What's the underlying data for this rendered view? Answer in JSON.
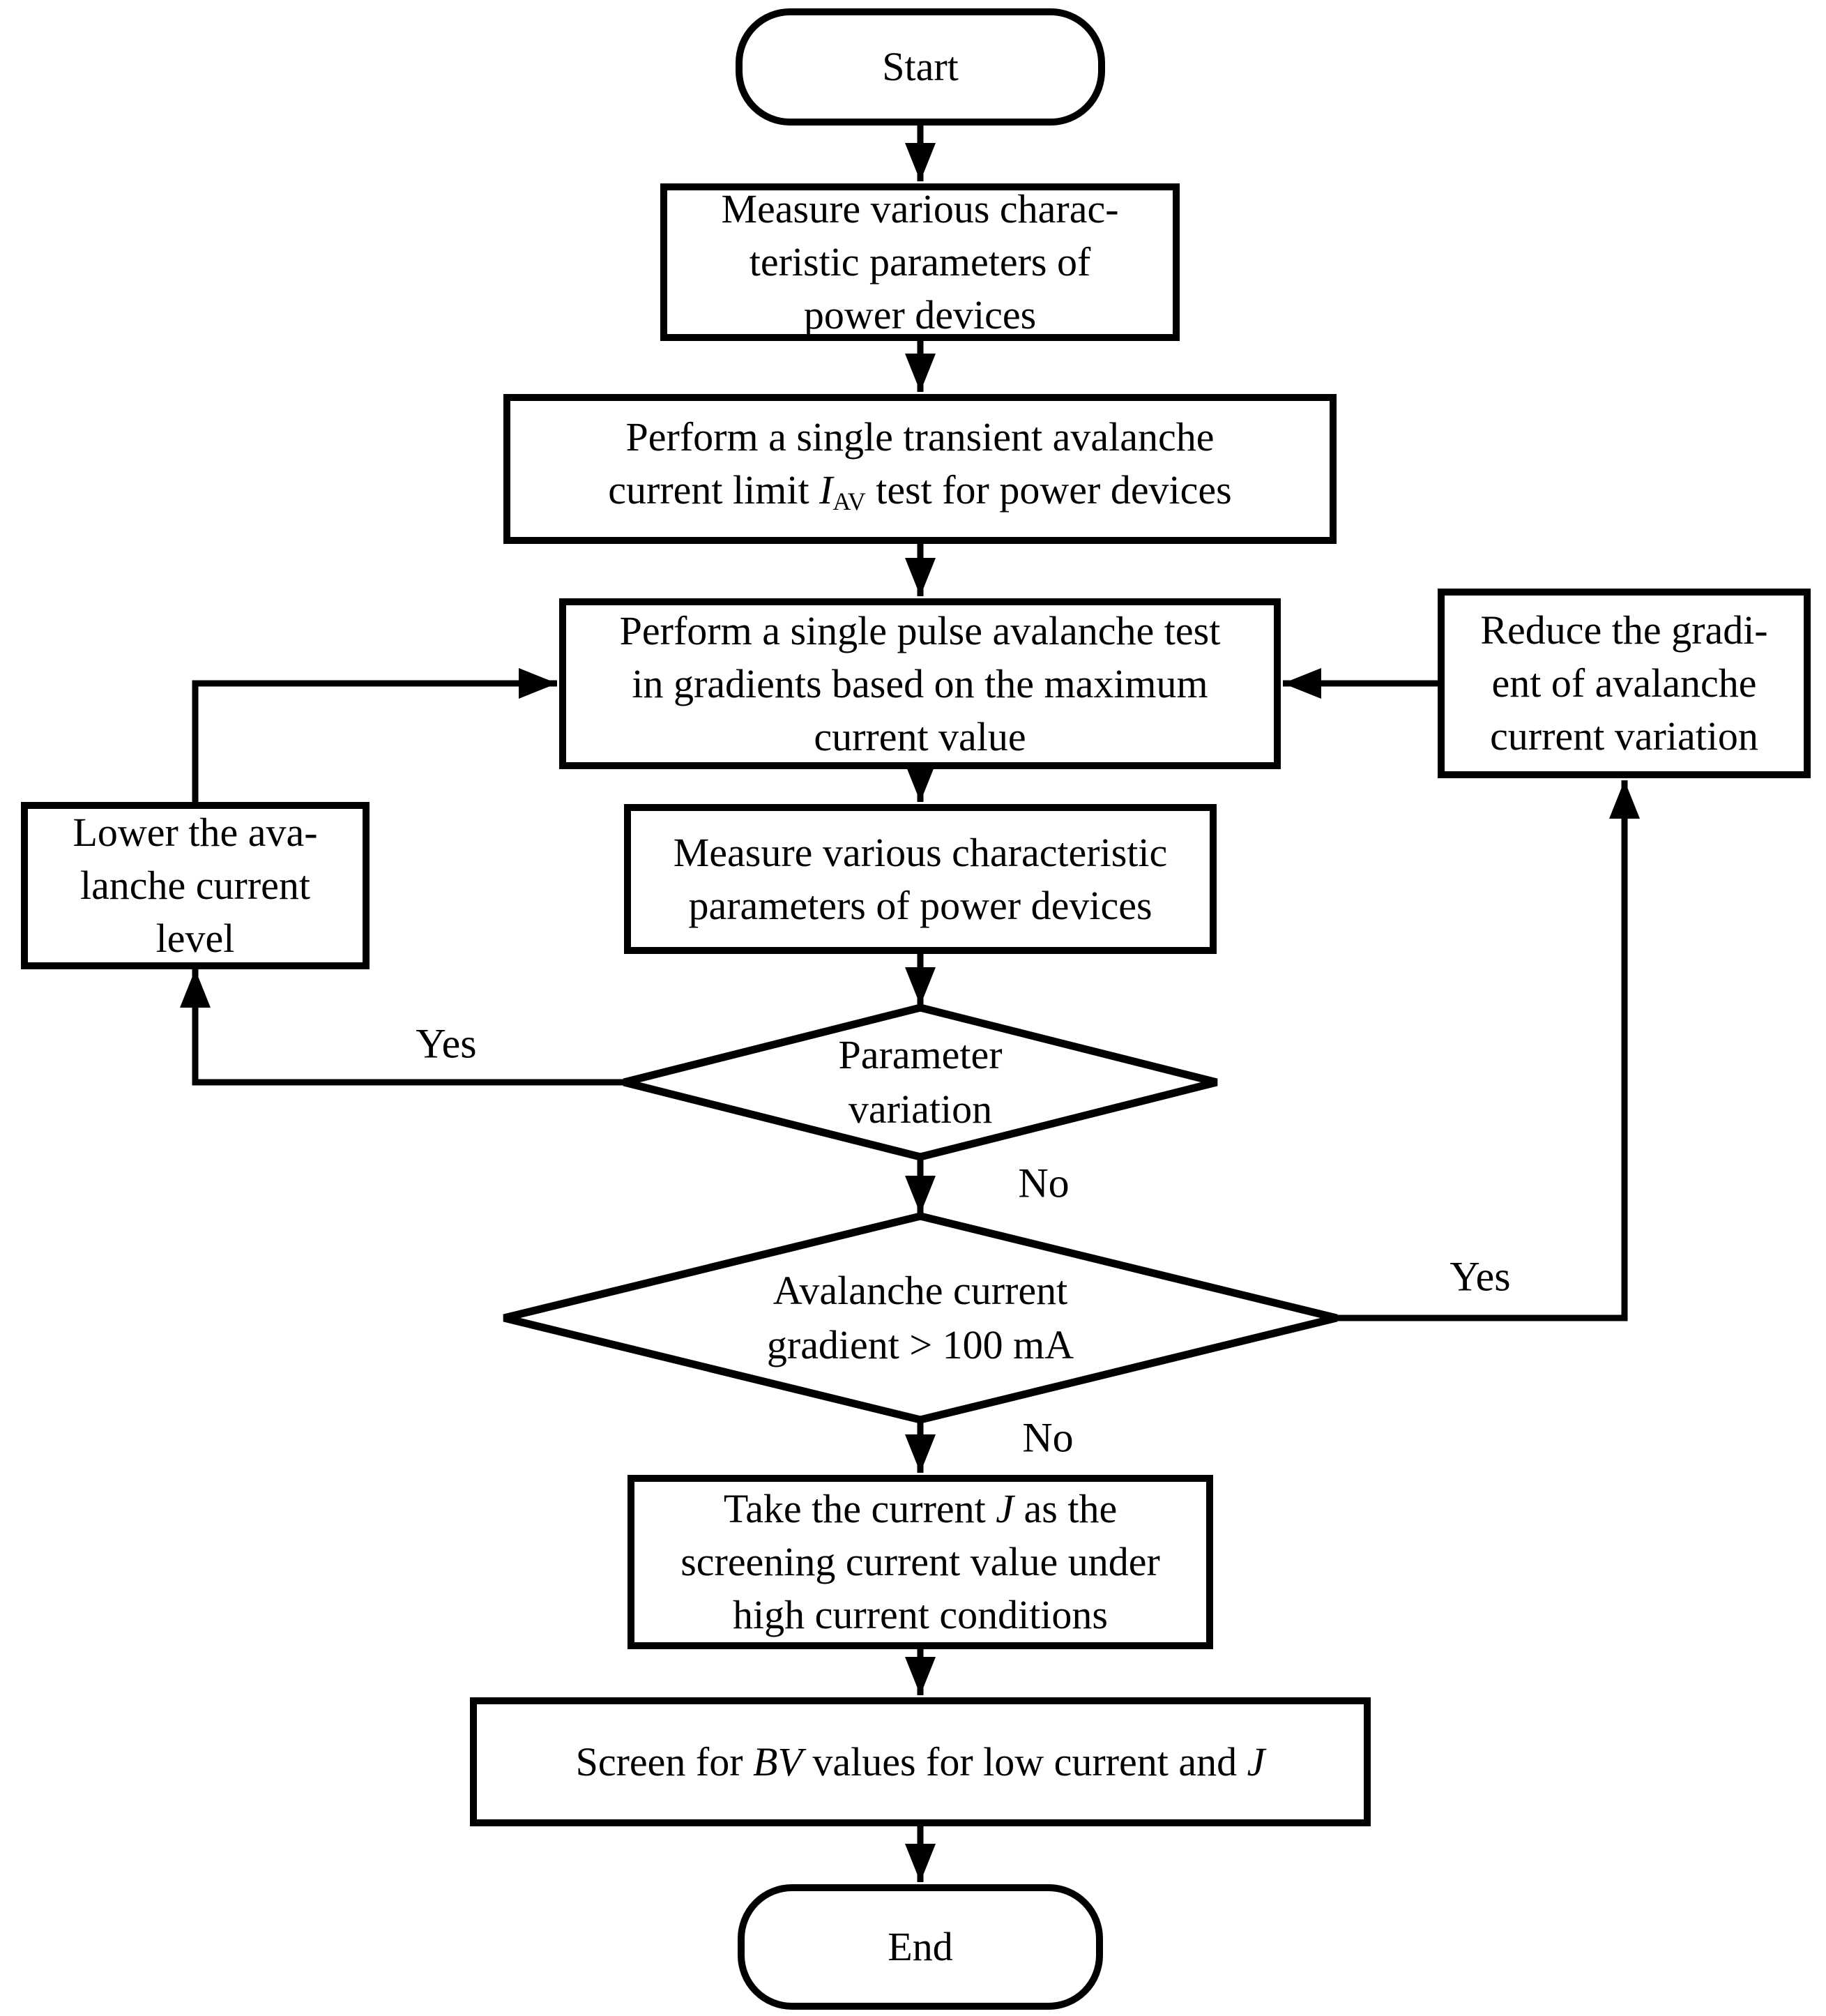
{
  "flowchart": {
    "colors": {
      "stroke": "#000000",
      "background": "#ffffff"
    },
    "terminals": {
      "start": "Start",
      "end": "End"
    },
    "boxes": {
      "measure_initial": {
        "lines": [
          [
            "Measure various charac-"
          ],
          [
            "teristic parameters of"
          ],
          [
            "power devices"
          ]
        ]
      },
      "single_transient": {
        "lines": [
          [
            "Perform a single transient avalanche"
          ],
          [
            "current limit ",
            {
              "t": "I",
              "i": true
            },
            {
              "t": "AV",
              "sub": true
            },
            " test for power devices"
          ]
        ]
      },
      "single_pulse": {
        "lines": [
          [
            "Perform a single pulse avalanche test"
          ],
          [
            "in gradients based on the maximum"
          ],
          [
            "current value"
          ]
        ]
      },
      "reduce_gradient": {
        "lines": [
          [
            "Reduce the gradi-"
          ],
          [
            "ent of avalanche"
          ],
          [
            "current variation"
          ]
        ]
      },
      "measure_again": {
        "lines": [
          [
            "Measure various characteristic"
          ],
          [
            "parameters of power devices"
          ]
        ]
      },
      "lower_level": {
        "lines": [
          [
            "Lower the ava-"
          ],
          [
            "lanche current"
          ],
          [
            "level"
          ]
        ]
      },
      "take_current": {
        "lines": [
          [
            "Take the current ",
            {
              "t": "J",
              "i": true
            },
            " as the"
          ],
          [
            "screening current value under"
          ],
          [
            "high current conditions"
          ]
        ]
      },
      "screen_bv": {
        "lines": [
          [
            "Screen for ",
            {
              "t": "BV",
              "i": true
            },
            " values for low current and ",
            {
              "t": "J",
              "i": true
            }
          ]
        ]
      }
    },
    "decisions": {
      "parameter_variation": {
        "lines": [
          [
            "Parameter"
          ],
          [
            "variation"
          ]
        ]
      },
      "gradient_check": {
        "lines": [
          [
            "Avalanche current"
          ],
          [
            "gradient > 100 mA"
          ]
        ]
      }
    },
    "edge_labels": {
      "yes_left": "Yes",
      "no_between": "No",
      "yes_right": "Yes",
      "no_bottom": "No"
    }
  }
}
